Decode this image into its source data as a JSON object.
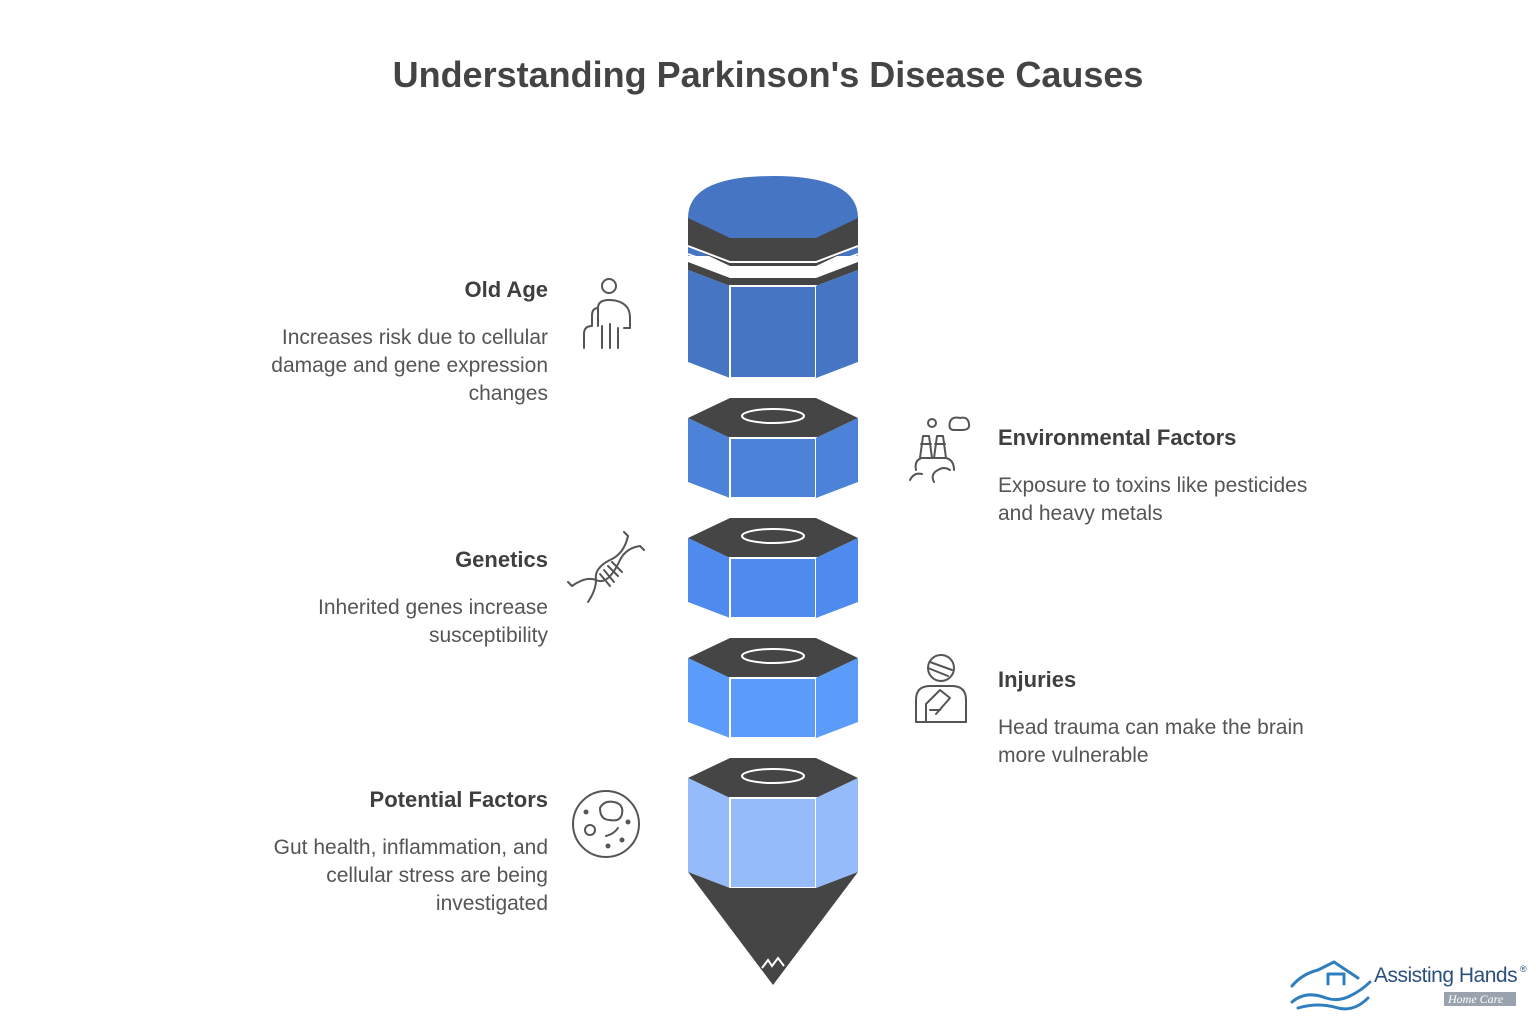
{
  "title": "Understanding Parkinson's Disease Causes",
  "colors": {
    "segment_1": "#4675c4",
    "segment_2": "#4c82d8",
    "segment_3": "#4f8bee",
    "segment_4": "#5b9cfb",
    "segment_5": "#96bbfa",
    "dark": "#454545"
  },
  "items": [
    {
      "heading": "Old Age",
      "description": "Increases risk due to cellular damage and gene expression changes",
      "icon": "elderly-person-icon",
      "side": "left"
    },
    {
      "heading": "Environmental Factors",
      "description": "Exposure to toxins like pesticides and heavy metals",
      "icon": "factory-pollution-icon",
      "side": "right"
    },
    {
      "heading": "Genetics",
      "description": "Inherited genes increase susceptibility",
      "icon": "dna-icon",
      "side": "left"
    },
    {
      "heading": "Injuries",
      "description": "Head trauma can make the brain more vulnerable",
      "icon": "injured-person-icon",
      "side": "right"
    },
    {
      "heading": "Potential Factors",
      "description": "Gut health, inflammation, and cellular stress are being investigated",
      "icon": "microbe-cell-icon",
      "side": "left"
    }
  ],
  "logo": {
    "brand": "Assisting Hands",
    "registered": "®",
    "sub": "Home Care",
    "icon": "house-hand-logo-icon"
  }
}
